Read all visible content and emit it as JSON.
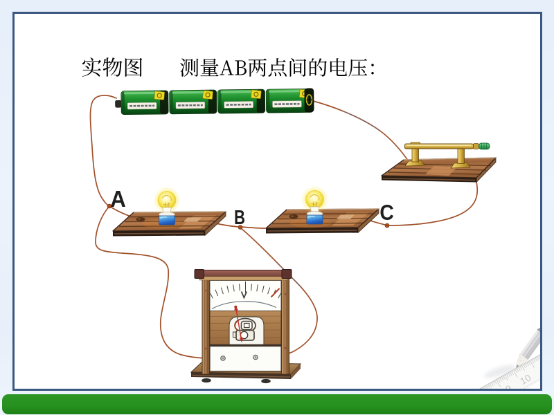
{
  "slide": {
    "title": {
      "label": "实物图",
      "text": "测量AB两点间的电压："
    },
    "background_color": "#e9f1fb",
    "border_color": "#3b5880",
    "footer_bar_color": "#27911f"
  },
  "diagram": {
    "points": [
      {
        "label": "A"
      },
      {
        "label": "B"
      },
      {
        "label": "C"
      }
    ],
    "voltmeter": {
      "dial_label": "V"
    },
    "colors": {
      "wire": "#a0512a",
      "battery_green": "#127a22",
      "bulb_socket_blue": "#2565c8",
      "bulb_glow_yellow": "#f7e658",
      "switch_brass": "#ddb84e",
      "switch_handle_green": "#3aa95c",
      "wood_brown": "#965e38",
      "needle_red": "#c03028"
    }
  },
  "ruler": {
    "numbers": [
      "9",
      "10"
    ]
  }
}
